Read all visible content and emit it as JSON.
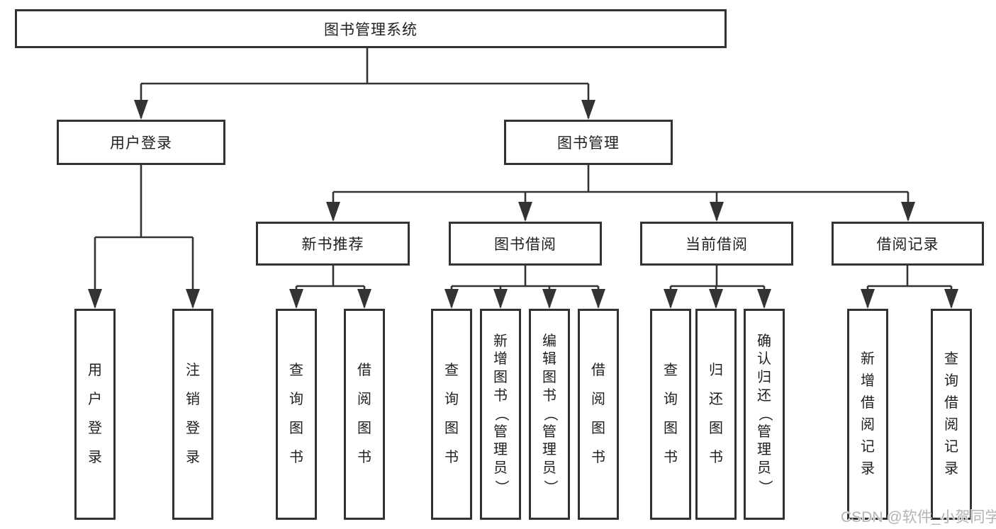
{
  "colors": {
    "line": "#333333",
    "node_border": "#333333",
    "text": "#1f1f1f",
    "watermark": "#b3b3b3",
    "background": "#ffffff"
  },
  "watermark": "CSDN @软件_小贺同学",
  "tree": {
    "label": "图书管理系统",
    "children": [
      {
        "label": "用户登录",
        "children": [
          {
            "label": "用户登录"
          },
          {
            "label": "注销登录"
          }
        ]
      },
      {
        "label": "图书管理",
        "children": [
          {
            "label": "新书推荐",
            "children": [
              {
                "label": "查询图书"
              },
              {
                "label": "借阅图书"
              }
            ]
          },
          {
            "label": "图书借阅",
            "children": [
              {
                "label": "查询图书"
              },
              {
                "label": "新增图书（管理员）"
              },
              {
                "label": "编辑图书（管理员）"
              },
              {
                "label": "借阅图书"
              }
            ]
          },
          {
            "label": "当前借阅",
            "children": [
              {
                "label": "查询图书"
              },
              {
                "label": "归还图书"
              },
              {
                "label": "确认归还（管理员）"
              }
            ]
          },
          {
            "label": "借阅记录",
            "children": [
              {
                "label": "新增借阅记录"
              },
              {
                "label": "查询借阅记录"
              }
            ]
          }
        ]
      }
    ]
  }
}
